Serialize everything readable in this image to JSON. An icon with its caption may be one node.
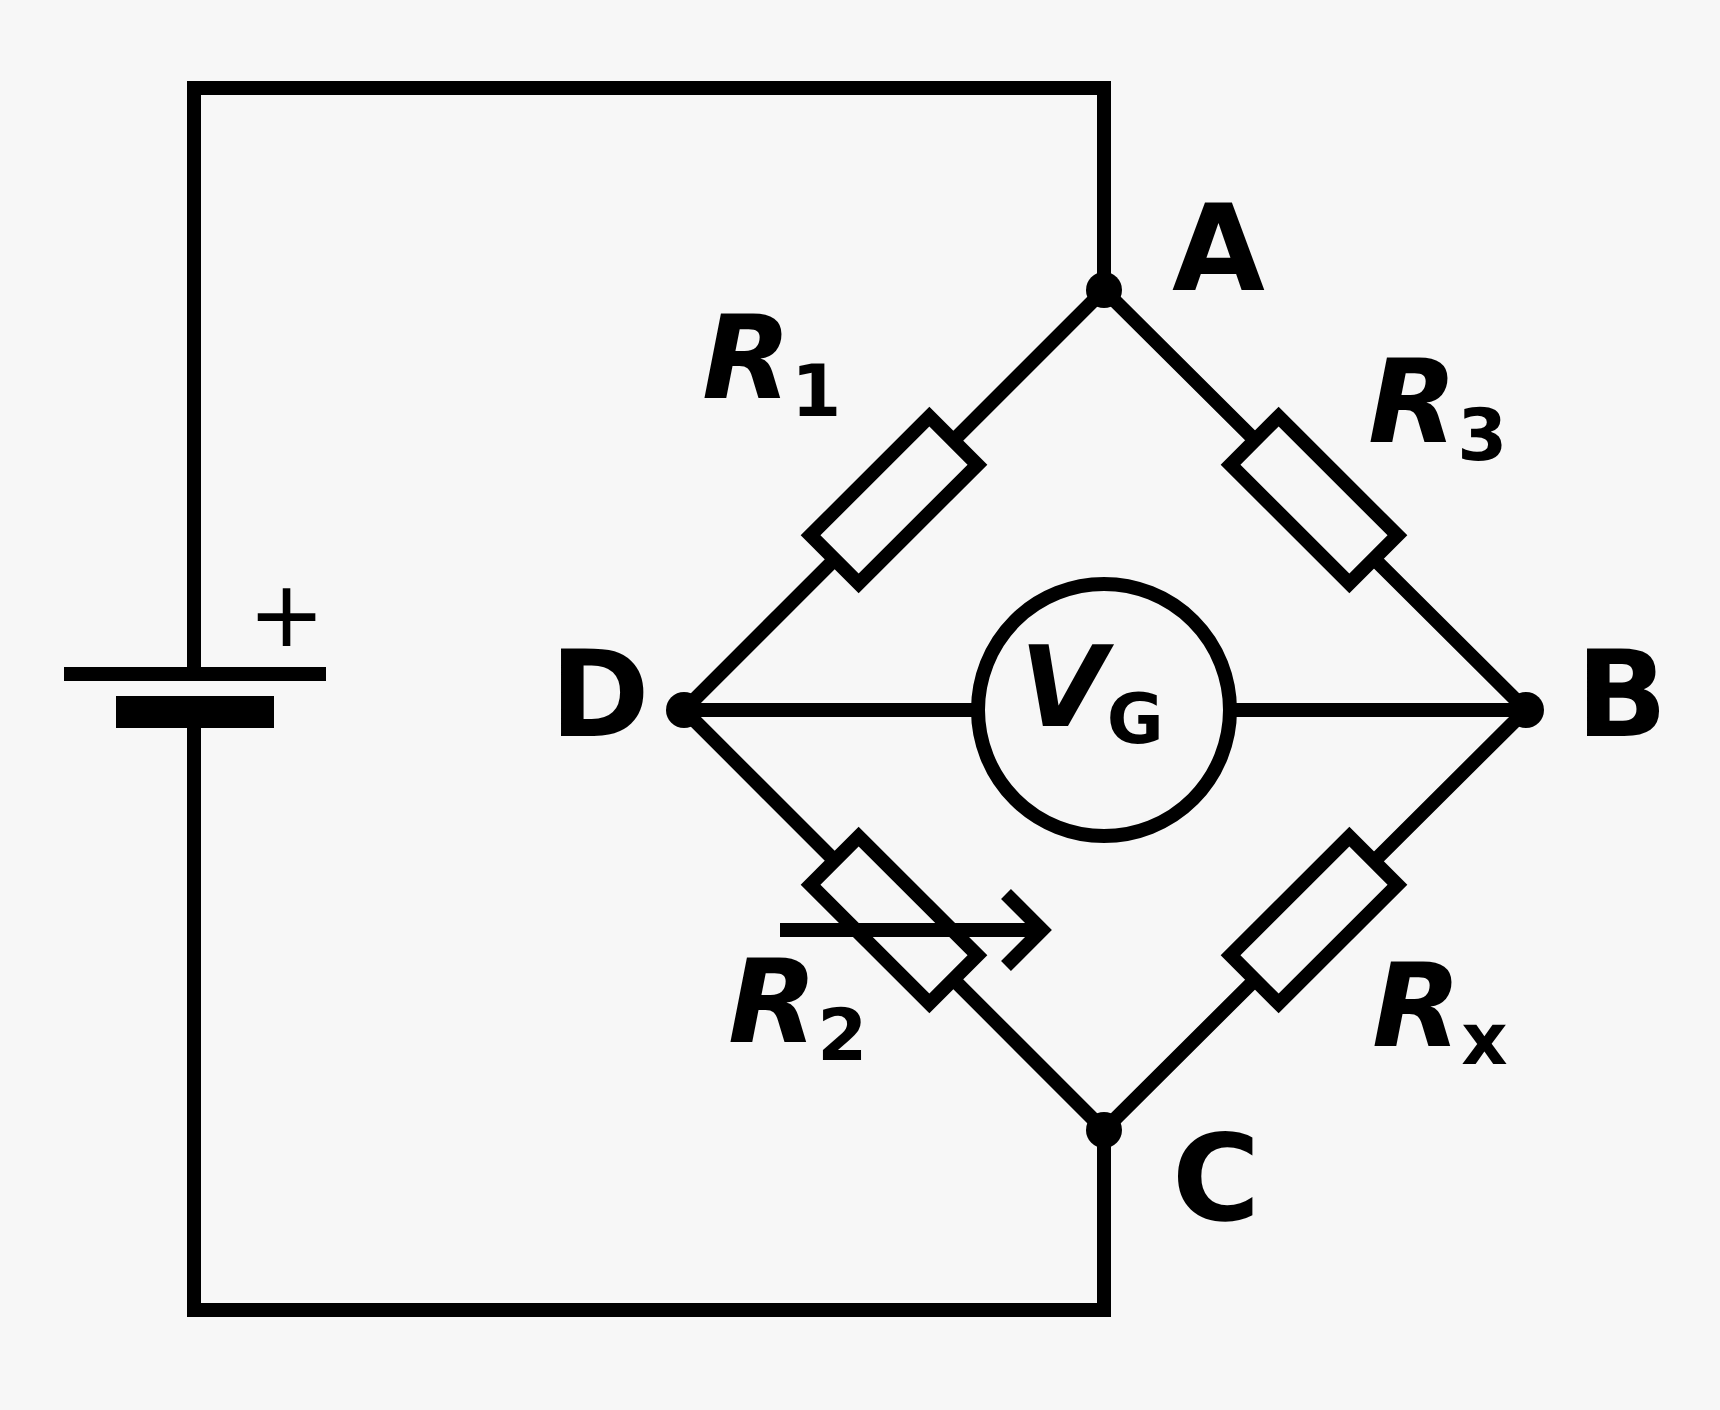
{
  "diagram": {
    "labels": [
      "A",
      "*R*$_{1}$",
      "*R*$_{3}$",
      "+",
      "D",
      "*V*$_{G}$",
      "B",
      "*R*$_{2}$",
      "*R*$_{x}$",
      "C"
    ]
  }
}
